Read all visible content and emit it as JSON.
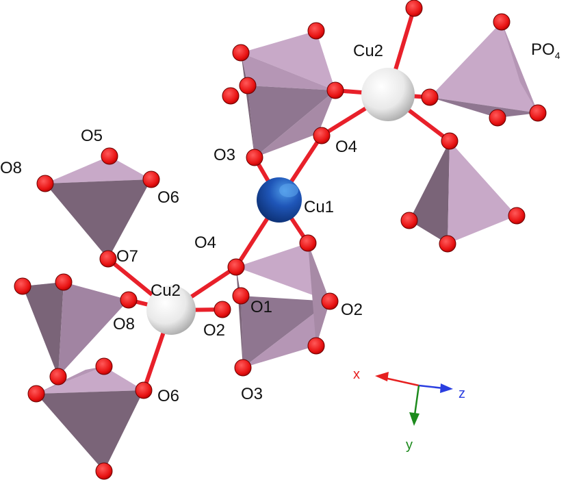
{
  "diagram": {
    "atom_labels": {
      "cu2_top": "Cu2",
      "po4_main": "PO",
      "po4_sub": "4",
      "o3_upper": "O3",
      "o4_upper": "O4",
      "cu1": "Cu1",
      "o5": "O5",
      "o8_left": "O8",
      "o6_upper": "O6",
      "o7": "O7",
      "o4_lower": "O4",
      "cu2_bottom": "Cu2",
      "o1": "O1",
      "o2_right": "O2",
      "o8_lower": "O8",
      "o2_lower": "O2",
      "o6_lower": "O6",
      "o3_lower": "O3"
    },
    "axes": {
      "x": "x",
      "y": "y",
      "z": "z"
    },
    "colors": {
      "oxygen": "#e81313",
      "bond": "#e8202a",
      "cu1": "#1f56b8",
      "cu2": "#f1f1f1",
      "tetra_light": "#c8a9c8",
      "tetra_mid": "#a184a2",
      "tetra_dark": "#7a6478",
      "axis_x": "#e62020",
      "axis_y": "#1c8a1c",
      "axis_z": "#2a3ee0"
    }
  }
}
